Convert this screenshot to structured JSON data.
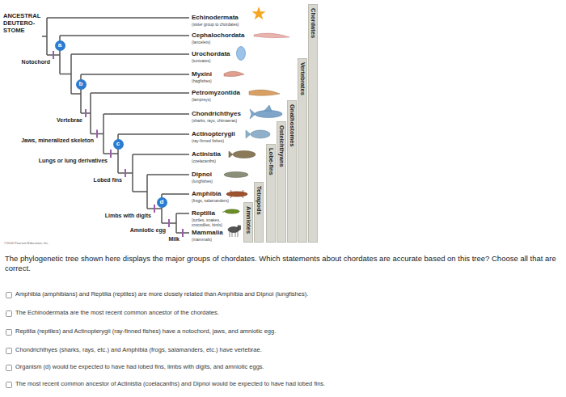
{
  "diagram": {
    "nodes": [
      {
        "text": [
          "a"
        ]
      },
      {
        "text": [
          "b"
        ]
      },
      {
        "text": [
          "c"
        ]
      },
      {
        "text": [
          "d"
        ]
      },
      {
        "text": [
          "Chordates"
        ]
      },
      {
        "text": [
          "Vertebrates"
        ]
      },
      {
        "text": [
          "Gnathostomes"
        ]
      },
      {
        "text": [
          "Osteichthyans"
        ]
      },
      {
        "text": [
          "Lobe-fins"
        ]
      },
      {
        "text": [
          "Tetrapods"
        ]
      },
      {
        "text": [
          "Amniotes"
        ]
      }
    ],
    "labels": [
      "ANCESTRAL DEUTERO-STOME",
      "Echinodermata",
      "(sister group to chordates)",
      "Cephalochordata",
      "(lancelets)",
      "Urochordata",
      "(tunicates)",
      "Myxini",
      "(hagfishes)",
      "Petromyzontida",
      "(lampreys)",
      "Chondrichthyes",
      "(sharks, rays, chimaeras)",
      "Actinopterygii",
      "(ray-finned fishes)",
      "Actinistia",
      "(coelacanths)",
      "Dipnoi",
      "(lungfishes)",
      "Amphibia",
      "(frogs, salamanders)",
      "Reptilia",
      "(turtles, snakes, crocodiles, birds)",
      "Mammalia",
      "(mammals)",
      "Notochord",
      "Vertebrae",
      "Jaws, mineralized skeleton",
      "Lungs or lung derivatives",
      "Lobed fins",
      "Limbs with digits",
      "Amniotic egg",
      "Milk",
      "©2014 Pearson Education, Inc.",
      "The phylogenetic tree shown here displays the major groups of chordates. Which statements about chordates are accurate based on this tree? Choose all that are correct.",
      "Amphibia (amphibians) and Reptilia (reptiles) are more closely related than Amphibia and Dipnoi (lungfishes).",
      "The Echinodermata are the most recent common ancestor of the chordates.",
      "Reptilia (reptiles) and Actinopterygii (ray-finned fishes) have a notochord, jaws, and amniotic egg.",
      "Chondrichthyes (sharks, rays, etc.) and Amphibia (frogs, salamanders, etc.) have vertebrae.",
      "Organism (d) would be expected to have had lobed fins, limbs with digits, and amniotic eggs.",
      "The most recent common ancestor of Actinistia (coelacanths) and Dipnoi would be expected to have had lobed fins."
    ]
  }
}
